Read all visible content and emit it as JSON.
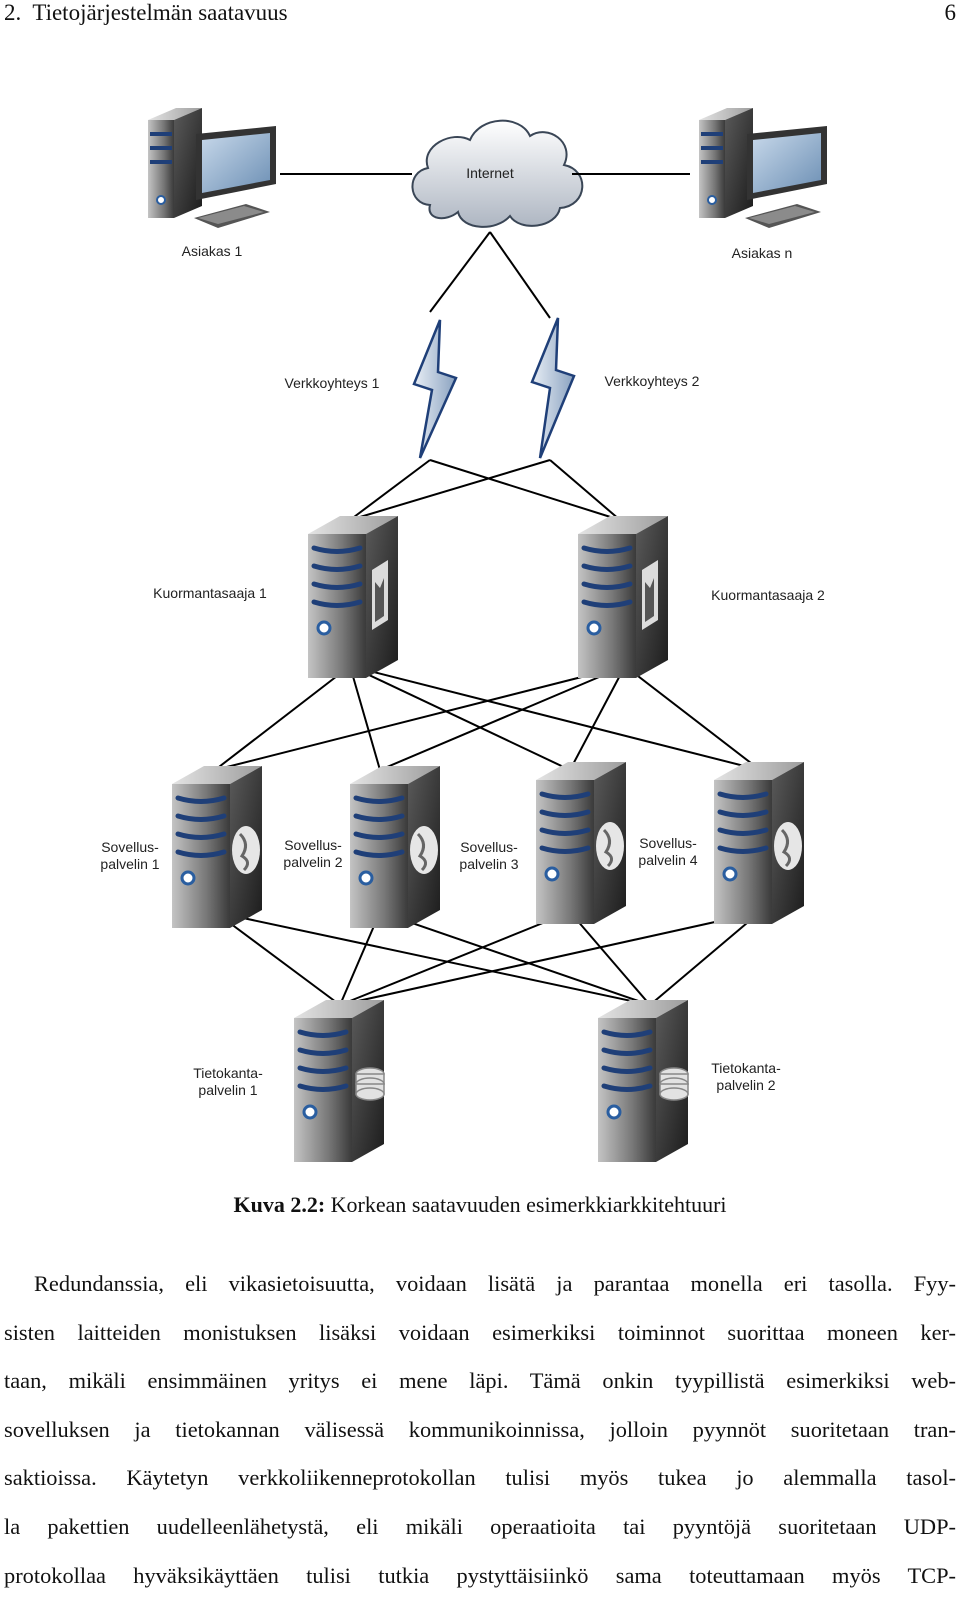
{
  "header": {
    "chapter": "2.",
    "title": "Tietojärjestelmän saatavuus",
    "page_number": "6"
  },
  "figure": {
    "cloud_label": "Internet",
    "clients": [
      "Asiakas 1",
      "Asiakas n"
    ],
    "connections": [
      "Verkkoyhteys 1",
      "Verkkoyhteys 2"
    ],
    "load_balancers": [
      "Kuormantasaaja 1",
      "Kuormantasaaja 2"
    ],
    "app_servers": [
      [
        "Sovellus-",
        "palvelin 1"
      ],
      [
        "Sovellus-",
        "palvelin 2"
      ],
      [
        "Sovellus-",
        "palvelin 3"
      ],
      [
        "Sovellus-",
        "palvelin 4"
      ]
    ],
    "db_servers": [
      [
        "Tietokanta-",
        "palvelin 1"
      ],
      [
        "Tietokanta-",
        "palvelin 2"
      ]
    ]
  },
  "caption": {
    "label": "Kuva 2.2:",
    "text": " Korkean saatavuuden esimerkkiarkkitehtuuri"
  },
  "body_lines": [
    "Redundanssia, eli vikasietoisuutta, voidaan lisätä ja parantaa monella eri tasolla. Fyy-",
    "sisten laitteiden monistuksen lisäksi voidaan esimerkiksi toiminnot suorittaa moneen ker-",
    "taan, mikäli ensimmäinen yritys ei mene läpi. Tämä onkin tyypillistä esimerkiksi web-",
    "sovelluksen ja tietokannan välisessä kommunikoinnissa, jolloin pyynnöt suoritetaan tran-",
    "saktioissa. Käytetyn verkkoliikenneprotokollan tulisi myös tukea jo alemmalla tasol-",
    "la pakettien uudelleenlähetystä, eli mikäli operaatioita tai pyyntöjä suoritetaan UDP-",
    "protokollaa hyväksikäyttäen tulisi tutkia pystyttäisiinkö sama toteuttamaan myös TCP-"
  ]
}
